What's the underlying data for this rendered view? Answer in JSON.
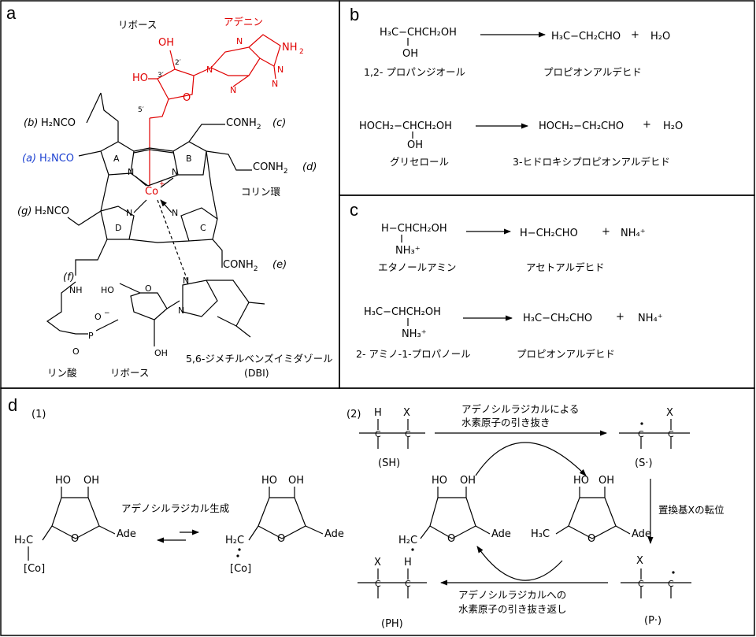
{
  "panels": {
    "a": "a",
    "b": "b",
    "c": "c",
    "d": "d"
  },
  "a": {
    "ribose_top": "リボース",
    "adenine": "アデニン",
    "oh2": "OH",
    "ho3": "HO",
    "p2": "2′",
    "p3": "3′",
    "p5": "5′",
    "o_ring": "O",
    "nh2": "NH",
    "label_b": "(b)",
    "label_c": "(c)",
    "label_a": "(a)",
    "label_d": "(d)",
    "label_g": "(g)",
    "label_e": "(e)",
    "label_f": "(f)",
    "h2nco_b": "H₂NCO",
    "h2nco_a": "H₂NCO",
    "h2nco_g": "H₂NCO",
    "conh2_c": "CONH",
    "conh2_d": "CONH",
    "conh2_e": "CONH",
    "sub2": "2",
    "ring_A": "A",
    "ring_B": "B",
    "ring_C": "C",
    "ring_D": "D",
    "co": "Co",
    "plus": "+",
    "corrin": "コリン環",
    "n": "N",
    "nh": "NH",
    "p": "P",
    "o_minus": "O",
    "minus": "−",
    "o": "O",
    "ho": "HO",
    "oh": "OH",
    "phosphate": "リン酸",
    "ribose_bottom": "リボース",
    "dmb": "5,6-ジメチルベンズイミダゾール",
    "dbi": "(DBI)"
  },
  "b": {
    "r1_left": "H₃C−CHCH₂OH",
    "r1_oh": "OH",
    "r1_right": "H₃C−CH₂CHO",
    "plus": "+",
    "h2o": "H₂O",
    "r1_name_left": "1,2- プロパンジオール",
    "r1_name_right": "プロピオンアルデヒド",
    "r2_left": "HOCH₂−CHCH₂OH",
    "r2_oh": "OH",
    "r2_right": "HOCH₂−CH₂CHO",
    "r2_name_left": "グリセロール",
    "r2_name_right": "3-ヒドロキシプロピオンアルデヒド"
  },
  "c": {
    "r1_left": "H−CHCH₂OH",
    "r1_nh3": "NH₃⁺",
    "r1_right": "H−CH₂CHO",
    "plus": "+",
    "nh4": "NH₄⁺",
    "r1_name_left": "エタノールアミン",
    "r1_name_right": "アセトアルデヒド",
    "r2_left": "H₃C−CHCH₂OH",
    "r2_nh3": "NH₃⁺",
    "r2_right": "H₃C−CH₂CHO",
    "r2_name_left": "2- アミノ-1-プロパノール",
    "r2_name_right": "プロピオンアルデヒド"
  },
  "d": {
    "sub1": "(1)",
    "sub2": "(2)",
    "ho": "HO",
    "oh": "OH",
    "o": "O",
    "ade": "Ade",
    "h2c": "H₂C",
    "h3c": "H₃C",
    "co_bracket": "[Co]",
    "arrow_label": "アデノシルラジカル生成",
    "arrow_symbol": "⇄",
    "h": "H",
    "x": "X",
    "c": "C",
    "sh": "(SH)",
    "s_rad": "(S·)",
    "p_rad": "(P·)",
    "ph": "(PH)",
    "top_label_1": "アデノシルラジカルによる",
    "top_label_2": "水素原子の引き抜き",
    "side_label": "置換基Xの転位",
    "bottom_label_1": "アデノシルラジカルへの",
    "bottom_label_2": "水素原子の引き抜き返し"
  }
}
